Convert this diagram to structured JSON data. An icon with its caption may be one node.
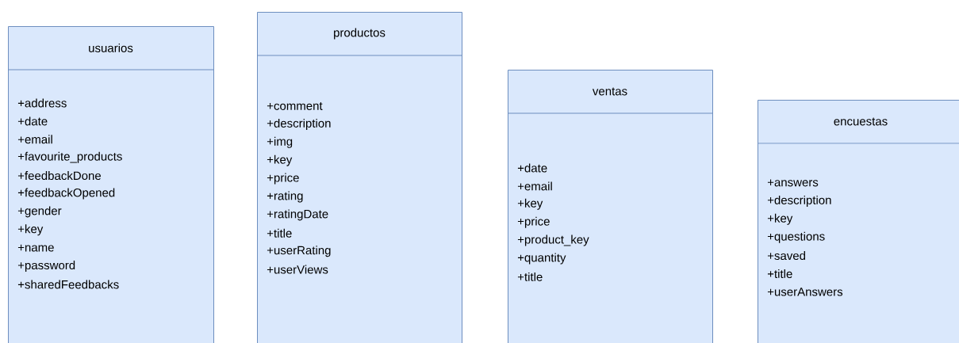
{
  "diagram": {
    "nodes": [
      {
        "text": [
          "usuarios",
          "+address",
          "+date",
          "+email",
          "+favourite_products",
          "+feedbackDone",
          "+feedbackOpened",
          "+gender",
          "+key",
          "+name",
          "+password",
          "+sharedFeedbacks"
        ]
      },
      {
        "text": [
          "productos",
          "+comment",
          "+description",
          "+img",
          "+key",
          "+price",
          "+rating",
          "+ratingDate",
          "+title",
          "+userRating",
          "+userViews"
        ]
      },
      {
        "text": [
          "ventas",
          "+date",
          "+email",
          "+key",
          "+price",
          "+product_key",
          "+quantity",
          "+title"
        ]
      },
      {
        "text": [
          "encuestas",
          "+answers",
          "+description",
          "+key",
          "+questions",
          "+saved",
          "+title",
          "+userAnswers"
        ]
      }
    ]
  }
}
